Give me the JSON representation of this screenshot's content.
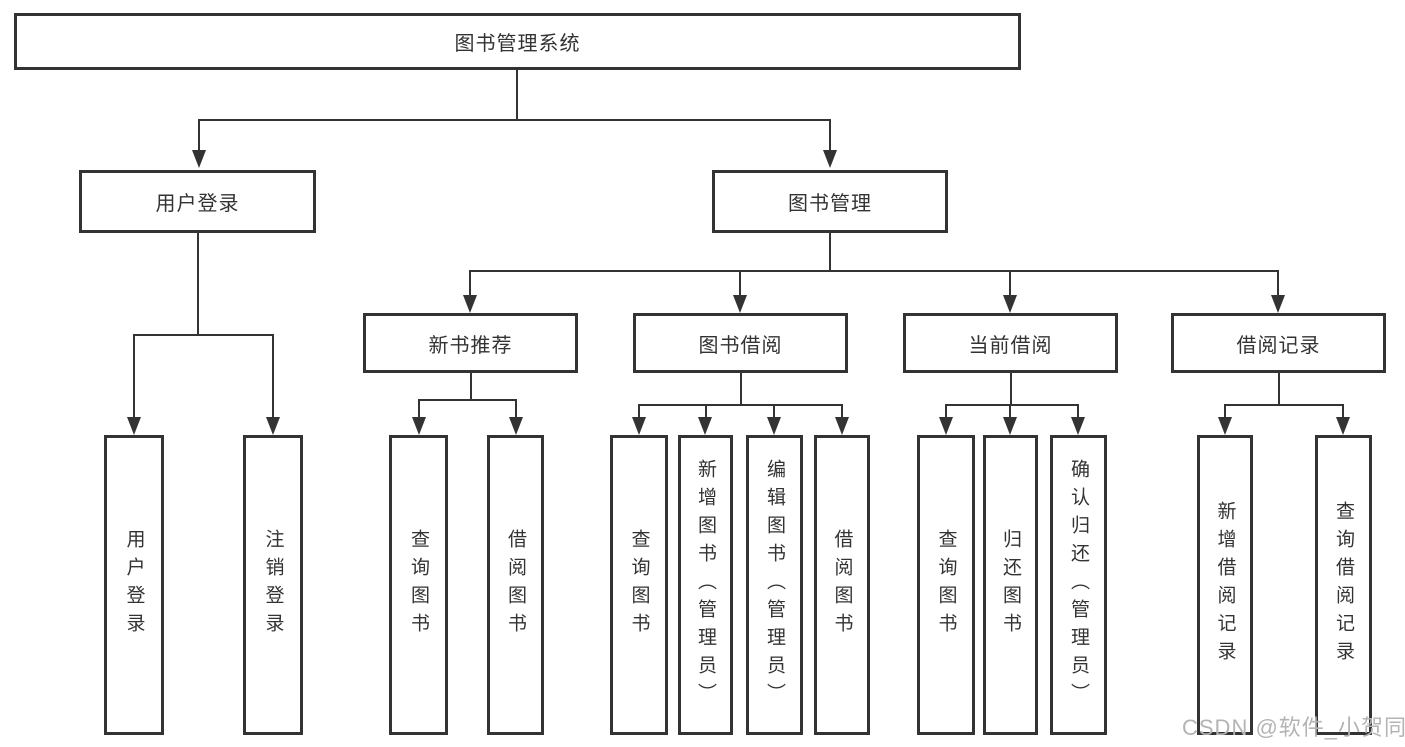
{
  "tree": {
    "root": {
      "label": "图书管理系统"
    },
    "branches": [
      {
        "label": "用户登录",
        "children": [
          {
            "label": "用户登录"
          },
          {
            "label": "注销登录"
          }
        ]
      },
      {
        "label": "图书管理",
        "children": [
          {
            "label": "新书推荐",
            "children": [
              {
                "label": "查询图书"
              },
              {
                "label": "借阅图书"
              }
            ]
          },
          {
            "label": "图书借阅",
            "children": [
              {
                "label": "查询图书"
              },
              {
                "label": "新增图书（管理员）"
              },
              {
                "label": "编辑图书（管理员）"
              },
              {
                "label": "借阅图书"
              }
            ]
          },
          {
            "label": "当前借阅",
            "children": [
              {
                "label": "查询图书"
              },
              {
                "label": "归还图书"
              },
              {
                "label": "确认归还（管理员）"
              }
            ]
          },
          {
            "label": "借阅记录",
            "children": [
              {
                "label": "新增借阅记录"
              },
              {
                "label": "查询借阅记录"
              }
            ]
          }
        ]
      }
    ]
  },
  "watermark": {
    "text": "CSDN @软件_小贺同学"
  },
  "colors": {
    "line": "#333333",
    "text": "#333333",
    "watermark": "#b4b4b4",
    "background": "#ffffff"
  }
}
